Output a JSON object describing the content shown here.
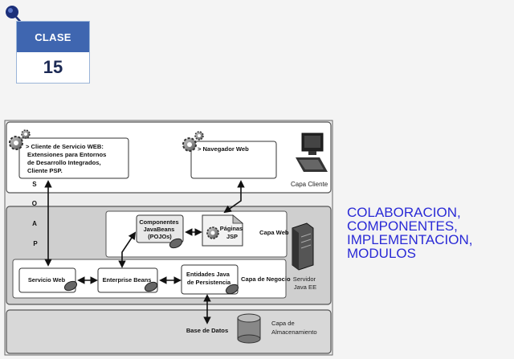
{
  "clase": {
    "label": "CLASE",
    "number": "15"
  },
  "diagram": {
    "layers": {
      "client": "Capa Cliente",
      "web": "Capa Web",
      "business": "Capa de Negocio",
      "storage_line1": "Capa de",
      "storage_line2": "Almacenamiento"
    },
    "components": {
      "web_service_client": [
        "> Cliente de Servicio WEB:",
        "Extensiones para Entornos",
        "de Desarrollo Integrados,",
        "Cliente PSP."
      ],
      "web_browser": "> Navegador Web",
      "javabeans": [
        "Componentes",
        "JavaBeans",
        "(POJOs)"
      ],
      "jsp": [
        "Páginas",
        "JSP"
      ],
      "web_service": "Servicio Web",
      "enterprise_beans": "Enterprise Beans",
      "jpa_entities": [
        "Entidades Java",
        "de Persistencia"
      ],
      "database": "Base de Datos",
      "server": [
        "Servidor",
        "Java EE"
      ]
    },
    "soap_letters": [
      "S",
      "O",
      "A",
      "P"
    ]
  },
  "side_text": [
    "COLABORACION,",
    "COMPONENTES,",
    "IMPLEMENTACION,",
    "MODULOS"
  ],
  "colors": {
    "accent_blue": "#3f66b0",
    "text_blue": "#2a2ad6"
  }
}
